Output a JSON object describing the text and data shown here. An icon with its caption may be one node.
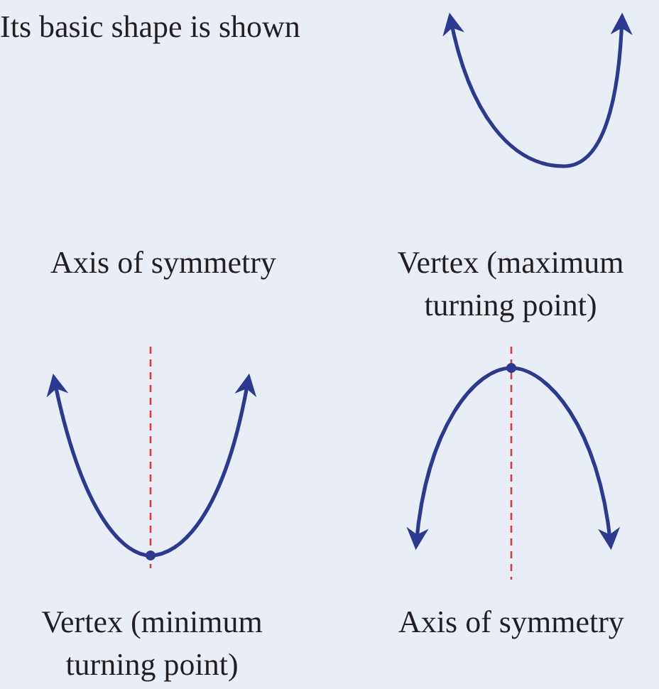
{
  "diagram": {
    "labels": [
      "Its basic shape is shown",
      "Axis of symmetry",
      "Vertex (maximum turning point)",
      "Vertex (minimum turning point)",
      "Axis of symmetry"
    ]
  }
}
